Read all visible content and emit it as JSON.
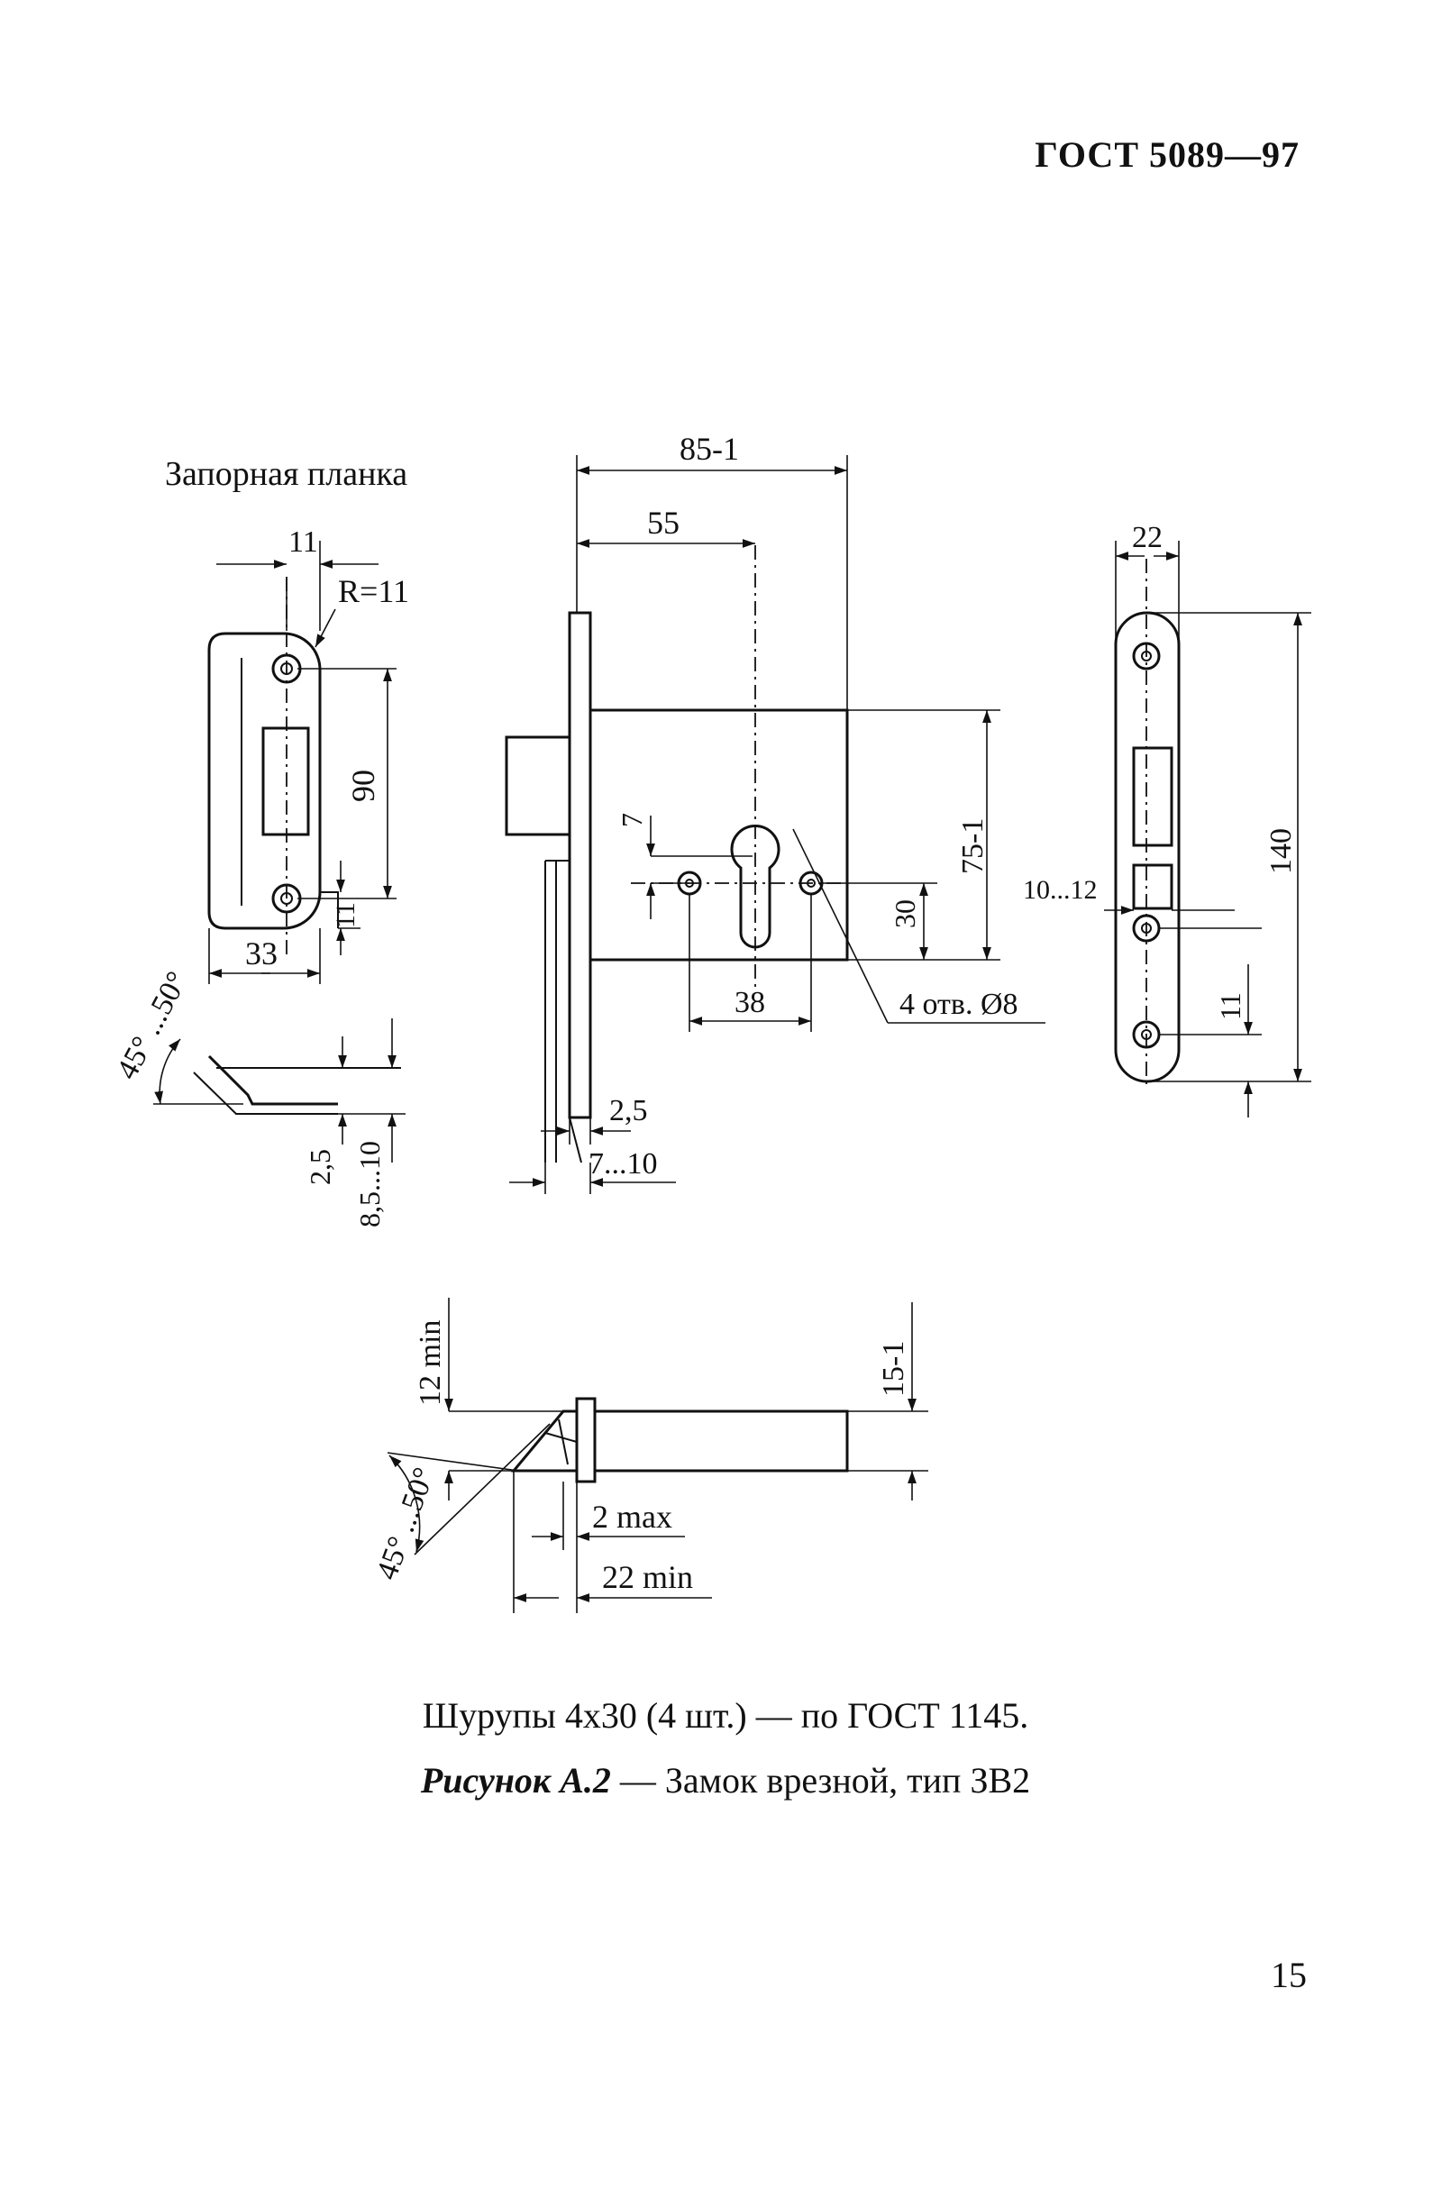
{
  "header": {
    "standard_code": "ГОСТ 5089—97"
  },
  "strike_plate": {
    "title": "Запорная планка",
    "dims": {
      "width_top": "11",
      "radius": "R=11",
      "height": "90",
      "small_right": "11",
      "width_bottom": "33",
      "angle": "45° ...50°",
      "thickness": "2,5",
      "depth": "8,5...10"
    }
  },
  "lock_body": {
    "dims": {
      "overall_length": "85-1",
      "backset": "55",
      "height": "75-1",
      "cylinder_offset": "7",
      "cylinder_height": "30",
      "hole_spacing": "38",
      "holes_note": "4 отв. Ø8",
      "plate_thickness": "2,5",
      "plate_range": "7...10"
    }
  },
  "face_plate": {
    "dims": {
      "width": "22",
      "length": "140",
      "latch_range": "10...12",
      "bottom_offset": "11"
    }
  },
  "latch_bolt": {
    "dims": {
      "min_throw": "12 min",
      "bolt_height": "15-1",
      "angle": "45° ...50°",
      "max_gap": "2 max",
      "min_length": "22 min"
    }
  },
  "captions": {
    "screws": "Шурупы 4x30 (4 шт.) — по ГОСТ 1145.",
    "figure_label": "Рисунок А.2",
    "figure_title": " — Замок врезной, тип ЗВ2"
  },
  "footer": {
    "page_number": "15"
  }
}
